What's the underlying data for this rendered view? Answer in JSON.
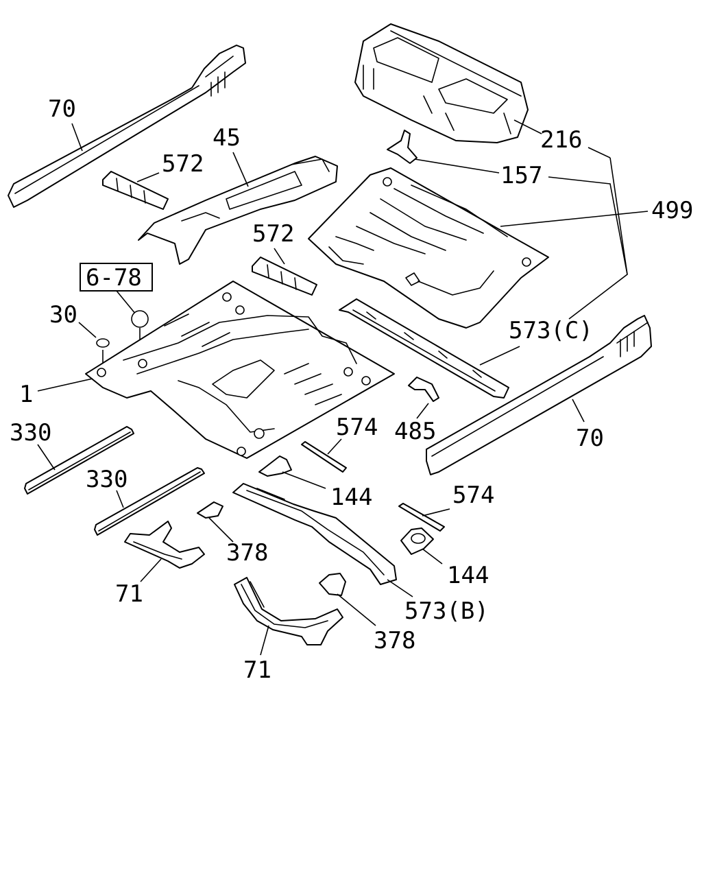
{
  "labels": {
    "l70a": "70",
    "l45": "45",
    "l572a": "572",
    "l216": "216",
    "l157": "157",
    "l499": "499",
    "l572b": "572",
    "l678": "6-78",
    "l30": "30",
    "l1": "1",
    "l573c": "573(C)",
    "l70b": "70",
    "l330a": "330",
    "l574a": "574",
    "l485": "485",
    "l330b": "330",
    "l144a": "144",
    "l574b": "574",
    "l378a": "378",
    "l144b": "144",
    "l71a": "71",
    "l573b": "573(B)",
    "l378b": "378",
    "l71b": "71"
  }
}
